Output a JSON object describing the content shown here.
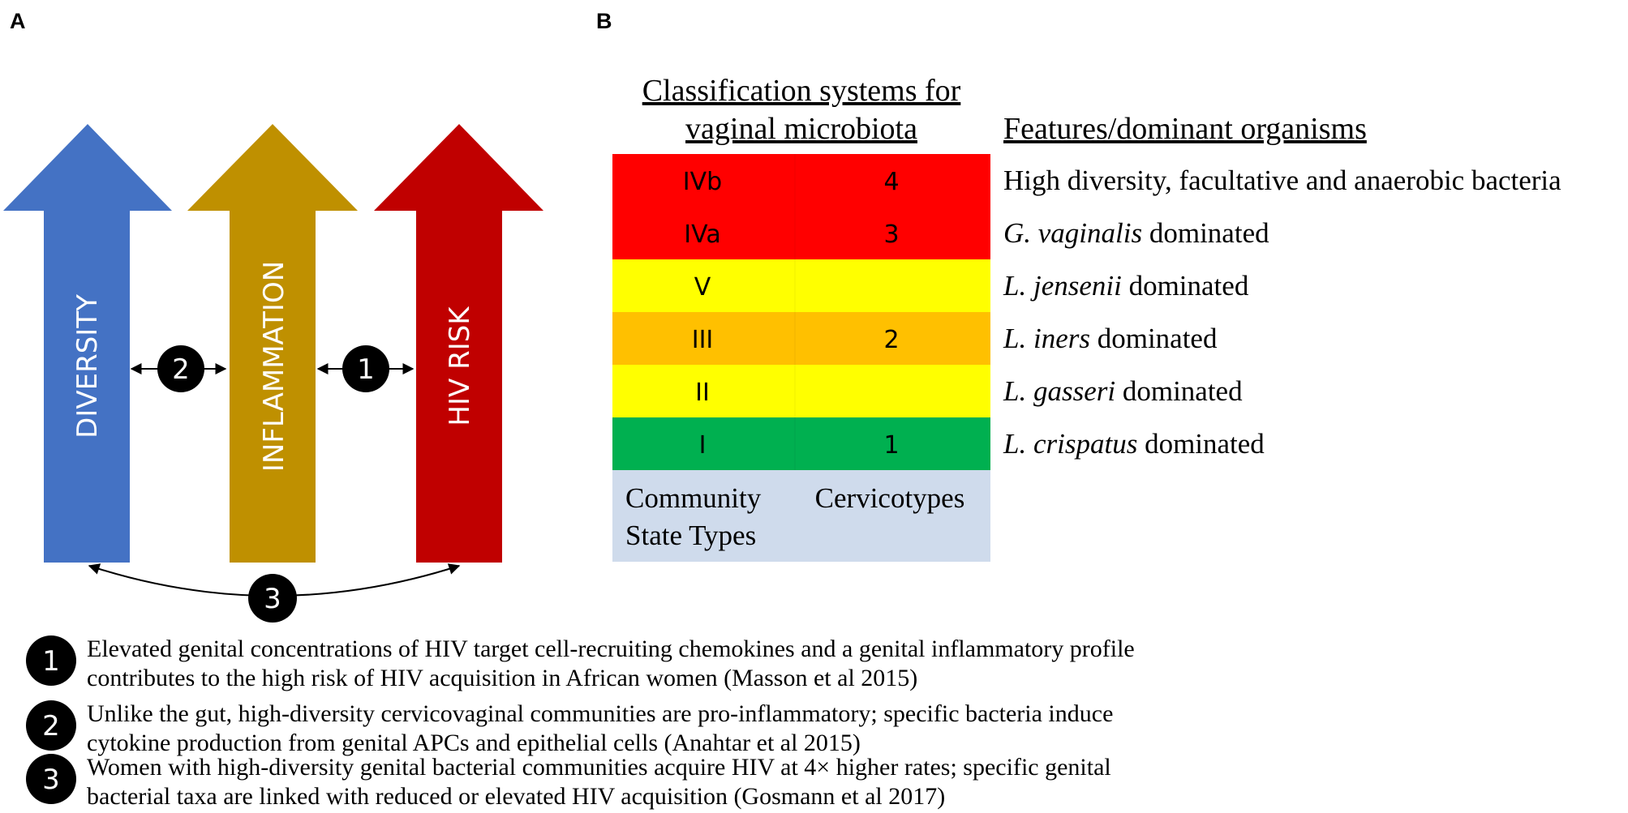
{
  "panels": {
    "a_label": "A",
    "b_label": "B"
  },
  "colors": {
    "diversity_arrow": "#4472C4",
    "inflammation_arrow": "#BF9000",
    "hiv_risk_arrow": "#C00000",
    "red_row": "#FF0000",
    "yellow_row": "#FFFF00",
    "orange_row": "#FFC000",
    "green_row": "#00B050",
    "label_row": "#CFDBEC"
  },
  "arrows": [
    {
      "id": "diversity",
      "label": "DIVERSITY"
    },
    {
      "id": "inflammation",
      "label": "INFLAMMATION"
    },
    {
      "id": "hiv-risk",
      "label": "HIV RISK"
    }
  ],
  "links": {
    "one": "1",
    "two": "2",
    "three": "3"
  },
  "table": {
    "heading": [
      "Classification systems for",
      "vaginal microbiota"
    ],
    "features_heading": "Features/dominant organisms",
    "rows": [
      {
        "cst": "IVb",
        "cervicotype": "4",
        "color": "#FF0000",
        "feature_italic": "",
        "feature_rest": "High diversity, facultative and anaerobic bacteria"
      },
      {
        "cst": "IVa",
        "cervicotype": "3",
        "color": "#FF0000",
        "feature_italic": "G. vaginalis",
        "feature_rest": " dominated"
      },
      {
        "cst": "V",
        "cervicotype": "",
        "color": "#FFFF00",
        "feature_italic": "L. jensenii",
        "feature_rest": " dominated"
      },
      {
        "cst": "III",
        "cervicotype": "2",
        "color": "#FFC000",
        "feature_italic": "L. iners",
        "feature_rest": " dominated"
      },
      {
        "cst": "II",
        "cervicotype": "",
        "color": "#FFFF00",
        "feature_italic": "L. gasseri",
        "feature_rest": " dominated"
      },
      {
        "cst": "I",
        "cervicotype": "1",
        "color": "#00B050",
        "feature_italic": "L. crispatus",
        "feature_rest": " dominated"
      }
    ],
    "cst_label": [
      "Community",
      "State Types"
    ],
    "cervicotype_label": "Cervicotypes"
  },
  "footnotes": [
    {
      "num": "1",
      "lines": [
        "Elevated genital concentrations of HIV target cell-recruiting chemokines and a genital inflammatory profile",
        "contributes to the high risk of HIV acquisition in African women (Masson et al 2015)"
      ]
    },
    {
      "num": "2",
      "lines": [
        "Unlike the gut, high-diversity cervicovaginal communities are pro-inflammatory; specific bacteria induce",
        "cytokine production from genital APCs and epithelial cells (Anahtar et al 2015)"
      ]
    },
    {
      "num": "3",
      "lines": [
        "Women with high-diversity genital bacterial communities acquire HIV at 4× higher rates; specific genital",
        "bacterial taxa are linked with reduced or elevated HIV acquisition (Gosmann et al 2017)"
      ]
    }
  ]
}
